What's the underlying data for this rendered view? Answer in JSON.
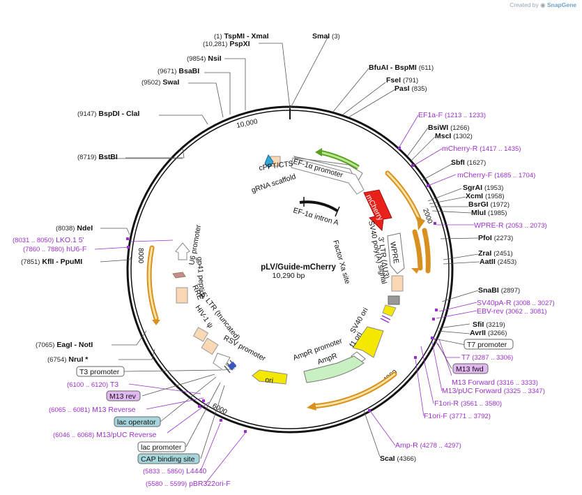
{
  "watermark": {
    "prefix": "Created by",
    "brand": "SnapGene"
  },
  "plasmid": {
    "name": "pLV/Guide-mCherry",
    "length": "10,290 bp"
  },
  "ticks": [
    "2000",
    "4000",
    "6000",
    "8000",
    "10,000"
  ],
  "sites": [
    {
      "pre": "(1)",
      "name": "TspMI  - XmaI",
      "post": ""
    },
    {
      "pre": "(10,281)",
      "name": "PspXI",
      "post": ""
    },
    {
      "pre": "",
      "name": "SmaI",
      "post": "(3)"
    },
    {
      "pre": "(9854)",
      "name": "NsiI",
      "post": ""
    },
    {
      "pre": "(9671)",
      "name": "BsaBI",
      "post": ""
    },
    {
      "pre": "(9502)",
      "name": "SwaI",
      "post": ""
    },
    {
      "pre": "(9147)",
      "name": "BspDI  - ClaI",
      "post": ""
    },
    {
      "pre": "(8719)",
      "name": "BstBI",
      "post": ""
    },
    {
      "pre": "",
      "name": "BfuAI - BspMI",
      "post": "(611)"
    },
    {
      "pre": "",
      "name": "FseI",
      "post": "(791)"
    },
    {
      "pre": "",
      "name": "PasI",
      "post": "(835)"
    },
    {
      "pre": "",
      "name": "BsiWI",
      "post": "(1266)"
    },
    {
      "pre": "",
      "name": "MscI",
      "post": "(1302)"
    },
    {
      "pre": "",
      "name": "SbfI",
      "post": "(1627)"
    },
    {
      "pre": "",
      "name": "SgrAI",
      "post": "(1953)"
    },
    {
      "pre": "",
      "name": "XcmI",
      "post": "(1958)"
    },
    {
      "pre": "",
      "name": "BsrGI",
      "post": "(1972)"
    },
    {
      "pre": "",
      "name": "MluI",
      "post": "(1985)"
    },
    {
      "pre": "",
      "name": "PfoI",
      "post": "(2273)"
    },
    {
      "pre": "",
      "name": "ZraI",
      "post": "(2451)"
    },
    {
      "pre": "",
      "name": "AatII",
      "post": "(2453)"
    },
    {
      "pre": "",
      "name": "SnaBI",
      "post": "(2897)"
    },
    {
      "pre": "",
      "name": "SfiI",
      "post": "(3219)"
    },
    {
      "pre": "",
      "name": "AvrII",
      "post": "(3266)"
    },
    {
      "pre": "",
      "name": "ScaI",
      "post": "(4366)"
    },
    {
      "pre": "(8038)",
      "name": "NdeI",
      "post": ""
    },
    {
      "pre": "(7851)",
      "name": "KflI  - PpuMI",
      "post": ""
    },
    {
      "pre": "(7065)",
      "name": "EagI  - NotI",
      "post": ""
    },
    {
      "pre": "(6754)",
      "name": "NruI *",
      "post": ""
    }
  ],
  "primers": [
    {
      "name": "EF1a-F",
      "range": "(1213 .. 1233)"
    },
    {
      "name": "mCherry-R",
      "range": "(1417 .. 1435)"
    },
    {
      "name": "mCherry-F",
      "range": "(1685 .. 1704)"
    },
    {
      "name": "WPRE-R",
      "range": "(2053 .. 2073)"
    },
    {
      "name": "SV40pA-R",
      "range": "(3008 .. 3027)"
    },
    {
      "name": "EBV-rev",
      "range": "(3062 .. 3081)"
    },
    {
      "name": "T7",
      "range": "(3287 .. 3306)"
    },
    {
      "name": "M13 Forward",
      "range": "(3316 .. 3333)"
    },
    {
      "name": "M13/pUC Forward",
      "range": "(3325 .. 3347)"
    },
    {
      "name": "F1ori-R",
      "range": "(3561 .. 3580)"
    },
    {
      "name": "F1ori-F",
      "range": "(3771 .. 3792)"
    },
    {
      "name": "Amp-R",
      "range": "(4278 .. 4297)"
    },
    {
      "name": "L4440",
      "range": "(5833 .. 5850)"
    },
    {
      "name": "pBR322ori-F",
      "range": "(5580 .. 5599)"
    },
    {
      "name": "M13/pUC Reverse",
      "range": "(6046 .. 6068)"
    },
    {
      "name": "M13 Reverse",
      "range": "(6065 .. 6081)"
    },
    {
      "name": "T3",
      "range": "(6100 .. 6120)"
    },
    {
      "name": "LKO.1 5'",
      "range": "(8031 .. 8050)"
    },
    {
      "name": "hU6-F",
      "range": "(7860 .. 7880)"
    }
  ],
  "boxes": [
    "T7 promoter",
    "M13 fwd",
    "T3 promoter",
    "M13 rev",
    "lac operator",
    "lac promoter",
    "CAP binding site"
  ],
  "features": [
    "EF-1α promoter",
    "mCherry",
    "WPRE",
    "3' LTR (ΔU3)",
    "SV40 poly(A) signal",
    "SV40 ori",
    "f1 ori",
    "AmpR promoter",
    "AmpR",
    "ori",
    "RSV promoter",
    "5' LTR (truncated)",
    "HIV-1 ψ",
    "RRE",
    "gp41 peptide",
    "U6 promoter",
    "EF-1α intron A",
    "Factor Xa site",
    "cPPT/CTS",
    "gRNA scaffold"
  ],
  "colors": {
    "backbone": "#111111",
    "primer": "#9b30c9",
    "mcherry": "#e8221a",
    "yellow": "#f5e800",
    "orange": "#d89020",
    "green": "#7ccc30",
    "peach": "#fbd8b4",
    "label_box_cyan": "#a6d6dc",
    "label_box_purple": "#e2b8f0"
  }
}
